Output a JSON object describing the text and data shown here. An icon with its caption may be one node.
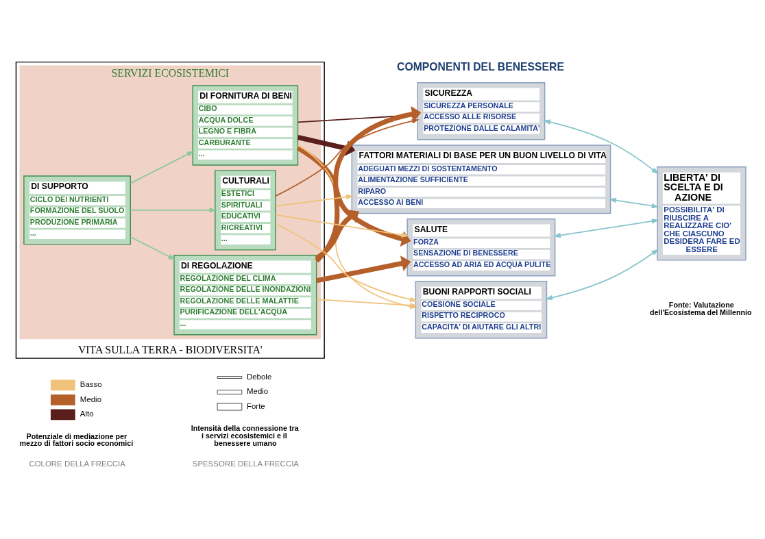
{
  "diagram": {
    "nodes": [
      {
        "text": [
          "VITA SULLA TERRA - BIODIVERSITA'"
        ]
      },
      {
        "text": [
          "SERVIZI ECOSISTEMICI"
        ],
        "in": 0
      },
      {
        "text": [
          "DI SUPPORTO",
          "CICLO DEI NUTRIENTI",
          "FORMAZIONE DEL SUOLO",
          "PRODUZIONE PRIMARIA",
          "..."
        ],
        "in": 1
      },
      {
        "text": [
          "DI FORNITURA DI BENI",
          "CIBO",
          "ACQUA DOLCE",
          "LEGNO E FIBRA",
          "CARBURANTE",
          "..."
        ],
        "in": 1
      },
      {
        "text": [
          "DI REGOLAZIONE",
          "REGOLAZIONE DEL CLIMA",
          "REGOLAZIONE DELLE INONDAZIONI",
          "REGOLAZIONE DELLE MALATTIE",
          "PURIFICAZIONE DELL'ACQUA",
          "..."
        ],
        "in": 1
      },
      {
        "text": [
          "CULTURALI",
          "ESTETICI",
          "SPIRITUALI",
          "EDUCATIVI",
          "RICREATIVI",
          "..."
        ],
        "in": 1
      },
      {
        "text": [
          "SICUREZZA",
          "SICUREZZA PERSONALE",
          "ACCESSO ALLE RISORSE",
          "PROTEZIONE DALLE CALAMITA'"
        ]
      },
      {
        "text": [
          "FATTORI MATERIALI DI BASE PER UN BUON LIVELLO DI VITA",
          "ADEGUATI MEZZI DI SOSTENTAMENTO",
          "ALIMENTAZIONE SUFFICIENTE",
          "RIPARO",
          "ACCESSO AI BENI"
        ]
      },
      {
        "text": [
          "SALUTE",
          "FORZA",
          "SENSAZIONE DI BENESSERE",
          "ACCESSO AD ARIA ED ACQUA PULITE"
        ]
      },
      {
        "text": [
          "BUONI RAPPORTI SOCIALI",
          "COESIONE SOCIALE",
          "RISPETTO RECIPROCO",
          "CAPACITA' DI AIUTARE GLI ALTRI"
        ]
      },
      {
        "text": [
          "LIBERTA' DI SCELTA E DI AZIONE",
          "POSSIBILITA' DI RIUSCIRE A REALIZZARE CIO' CHE CIASCUNO DESIDERA FARE ED ESSERE"
        ]
      }
    ],
    "edges": [
      {
        "from": 2,
        "to": 3,
        "arrow": "to",
        "color": "#8cc99a"
      },
      {
        "from": 2,
        "to": 4,
        "arrow": "to",
        "color": "#8cc99a"
      },
      {
        "from": 2,
        "to": 5,
        "arrow": "to",
        "color": "#8cc99a"
      },
      {
        "from": 3,
        "to": 6,
        "arrow": "to",
        "color": "#5a1e1b"
      },
      {
        "from": 3,
        "to": 7,
        "arrow": "to",
        "style": "thick",
        "color": "#5a1e1b"
      },
      {
        "from": 3,
        "to": 8,
        "arrow": "to",
        "style": "thick",
        "color": "#b5602a"
      },
      {
        "from": 3,
        "to": 9,
        "arrow": "to",
        "color": "#f0c27a"
      },
      {
        "from": 4,
        "to": 6,
        "arrow": "to",
        "style": "thick",
        "color": "#b5602a"
      },
      {
        "from": 4,
        "to": 7,
        "arrow": "to",
        "style": "thick",
        "color": "#b5602a"
      },
      {
        "from": 4,
        "to": 8,
        "arrow": "to",
        "style": "thick",
        "color": "#b5602a"
      },
      {
        "from": 4,
        "to": 9,
        "arrow": "to",
        "color": "#f0c27a"
      },
      {
        "from": 5,
        "to": 6,
        "arrow": "to",
        "color": "#b5602a"
      },
      {
        "from": 5,
        "to": 7,
        "arrow": "to",
        "color": "#f0c27a"
      },
      {
        "from": 5,
        "to": 8,
        "arrow": "to",
        "color": "#f0c27a"
      },
      {
        "from": 5,
        "to": 9,
        "arrow": "to",
        "color": "#f0c27a"
      },
      {
        "from": 6,
        "to": 10,
        "arrow": "both",
        "color": "#86c5cc"
      },
      {
        "from": 7,
        "to": 10,
        "arrow": "both",
        "color": "#86c5cc"
      },
      {
        "from": 8,
        "to": 10,
        "arrow": "both",
        "color": "#86c5cc"
      },
      {
        "from": 9,
        "to": 10,
        "arrow": "both",
        "color": "#86c5cc"
      }
    ],
    "labels": [
      "COMPONENTI DEL BENESSERE",
      "Fonte: Valutazione dell'Ecosistema del Millennio",
      "COLORE DELLA FRECCIA",
      "Potenziale di mediazione per mezzo di fattori socio economici",
      "SPESSORE DELLA FRECCIA",
      "Intensità della connessione tra i servizi ecosistemici e il benessere umano"
    ],
    "legend": [
      {
        "text": "Basso",
        "color": "#f0c27a"
      },
      {
        "text": "Medio",
        "color": "#b5602a"
      },
      {
        "text": "Alto",
        "color": "#5a1e1b"
      },
      {
        "text": "Debole"
      },
      {
        "text": "Medio"
      },
      {
        "text": "Forte"
      }
    ]
  }
}
